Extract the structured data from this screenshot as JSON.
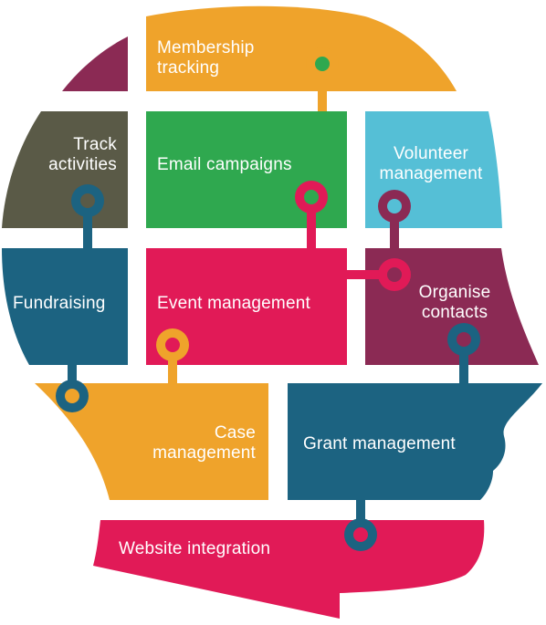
{
  "pieces": {
    "membership_tracking": {
      "line1": "Membership",
      "line2": "tracking",
      "color": "#EFA32B"
    },
    "track_activities": {
      "line1": "Track",
      "line2": "activities",
      "color": "#5A5A47"
    },
    "email_campaigns": {
      "label": "Email campaigns",
      "color": "#2FA84F"
    },
    "volunteer_management": {
      "line1": "Volunteer",
      "line2": "management",
      "color": "#55BFD6"
    },
    "fundraising": {
      "label": "Fundraising",
      "color": "#1C6381"
    },
    "event_management": {
      "label": "Event management",
      "color": "#E11A57"
    },
    "organise_contacts": {
      "line1": "Organise",
      "line2": "contacts",
      "color": "#8B2A54"
    },
    "case_management": {
      "line1": "Case",
      "line2": "management",
      "color": "#EFA32B"
    },
    "grant_management": {
      "label": "Grant management",
      "color": "#1C6381"
    },
    "website_integration": {
      "label": "Website integration",
      "color": "#E11A57"
    },
    "corner_piece": {
      "color": "#8B2A54"
    }
  }
}
